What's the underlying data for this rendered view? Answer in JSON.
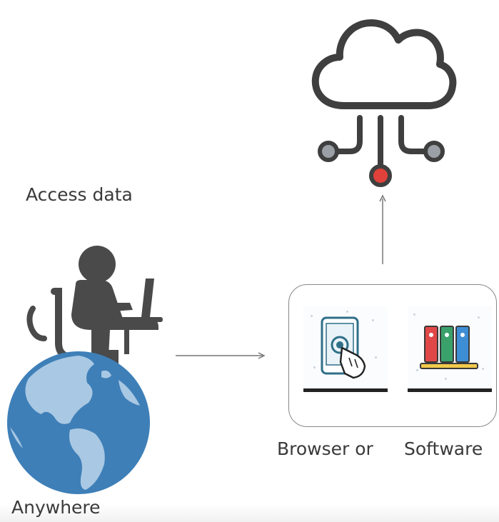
{
  "labels": {
    "access": "Access data",
    "anywhere": "Anywhere",
    "browser": "Browser or",
    "software": "Software"
  },
  "icons": {
    "cloud": "cloud-network-icon",
    "person": "person-at-laptop-icon",
    "globe": "globe-icon",
    "tablet": "tablet-touch-icon",
    "shelf": "binders-shelf-icon"
  },
  "colors": {
    "text": "#3a3a3a",
    "icon_dark": "#3f3f3f",
    "globe_ocean": "#3e7fb8",
    "globe_land": "#a9c8e3",
    "node_red": "#e0413a",
    "node_grey": "#9aa0a6",
    "binder_red": "#e04848",
    "binder_blue": "#3e8ed6",
    "binder_green": "#3aa16b",
    "shelf_yellow": "#f2c94c"
  }
}
